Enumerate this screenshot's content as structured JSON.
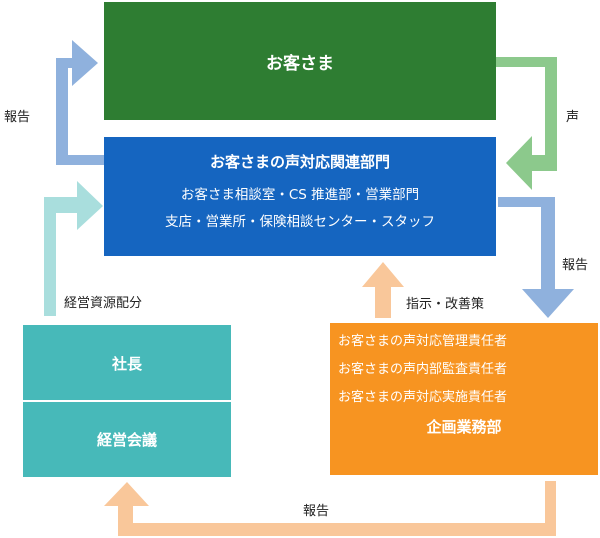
{
  "customer": {
    "label": "お客さま"
  },
  "dept": {
    "title": "お客さまの声対応関連部門",
    "lines": [
      "お客さま相談室・CS 推進部・営業部門",
      "支店・営業所・保険相談センター・スタッフ"
    ]
  },
  "management": {
    "items": [
      "社長",
      "経営会議"
    ]
  },
  "planning": {
    "lines": [
      "お客さまの声対応管理責任者",
      "お客さまの声内部監査責任者",
      "お客さまの声対応実施責任者"
    ],
    "title": "企画業務部"
  },
  "labels": {
    "report_left": "報告",
    "voice": "声",
    "report_right": "報告",
    "resource": "経営資源配分",
    "instruction": "指示・改善策",
    "report_bottom": "報告"
  },
  "colors": {
    "customer": "#2e7d32",
    "dept": "#1565c0",
    "management": "#47b9b9",
    "planning": "#f79421",
    "arrow_blue": "#8fb1dd",
    "arrow_green": "#8cc98c",
    "arrow_teal": "#a9dedd",
    "arrow_orange": "#f9c79a"
  }
}
